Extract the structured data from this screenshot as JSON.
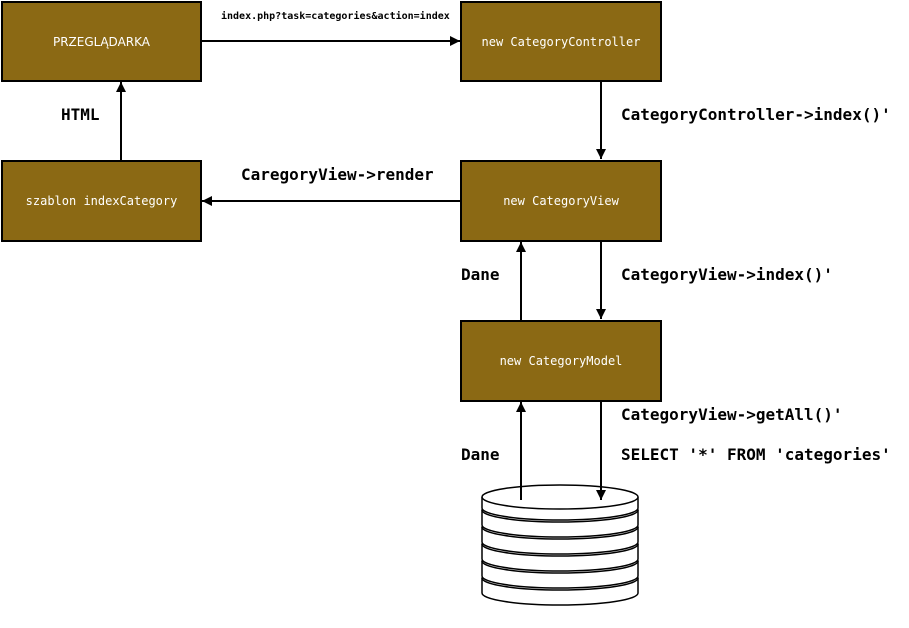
{
  "nodes": {
    "browser": "PRZEGLĄDARKA",
    "controller": "new CategoryController",
    "template": "szablon indexCategory",
    "view": "new CategoryView",
    "model": "new CategoryModel"
  },
  "edges": {
    "request_url": "index.php?task=categories&action=index",
    "controller_index": "CategoryController->index()'",
    "view_render": "CaregoryView->render",
    "html": "HTML",
    "view_index": "CategoryView->index()'",
    "data_view": "Dane",
    "get_all": "CategoryView->getAll()'",
    "sql": "SELECT '*' FROM 'categories'",
    "data_model": "Dane"
  },
  "colors": {
    "box_fill": "#8B6914",
    "box_text": "#ffffff",
    "line": "#000000"
  }
}
